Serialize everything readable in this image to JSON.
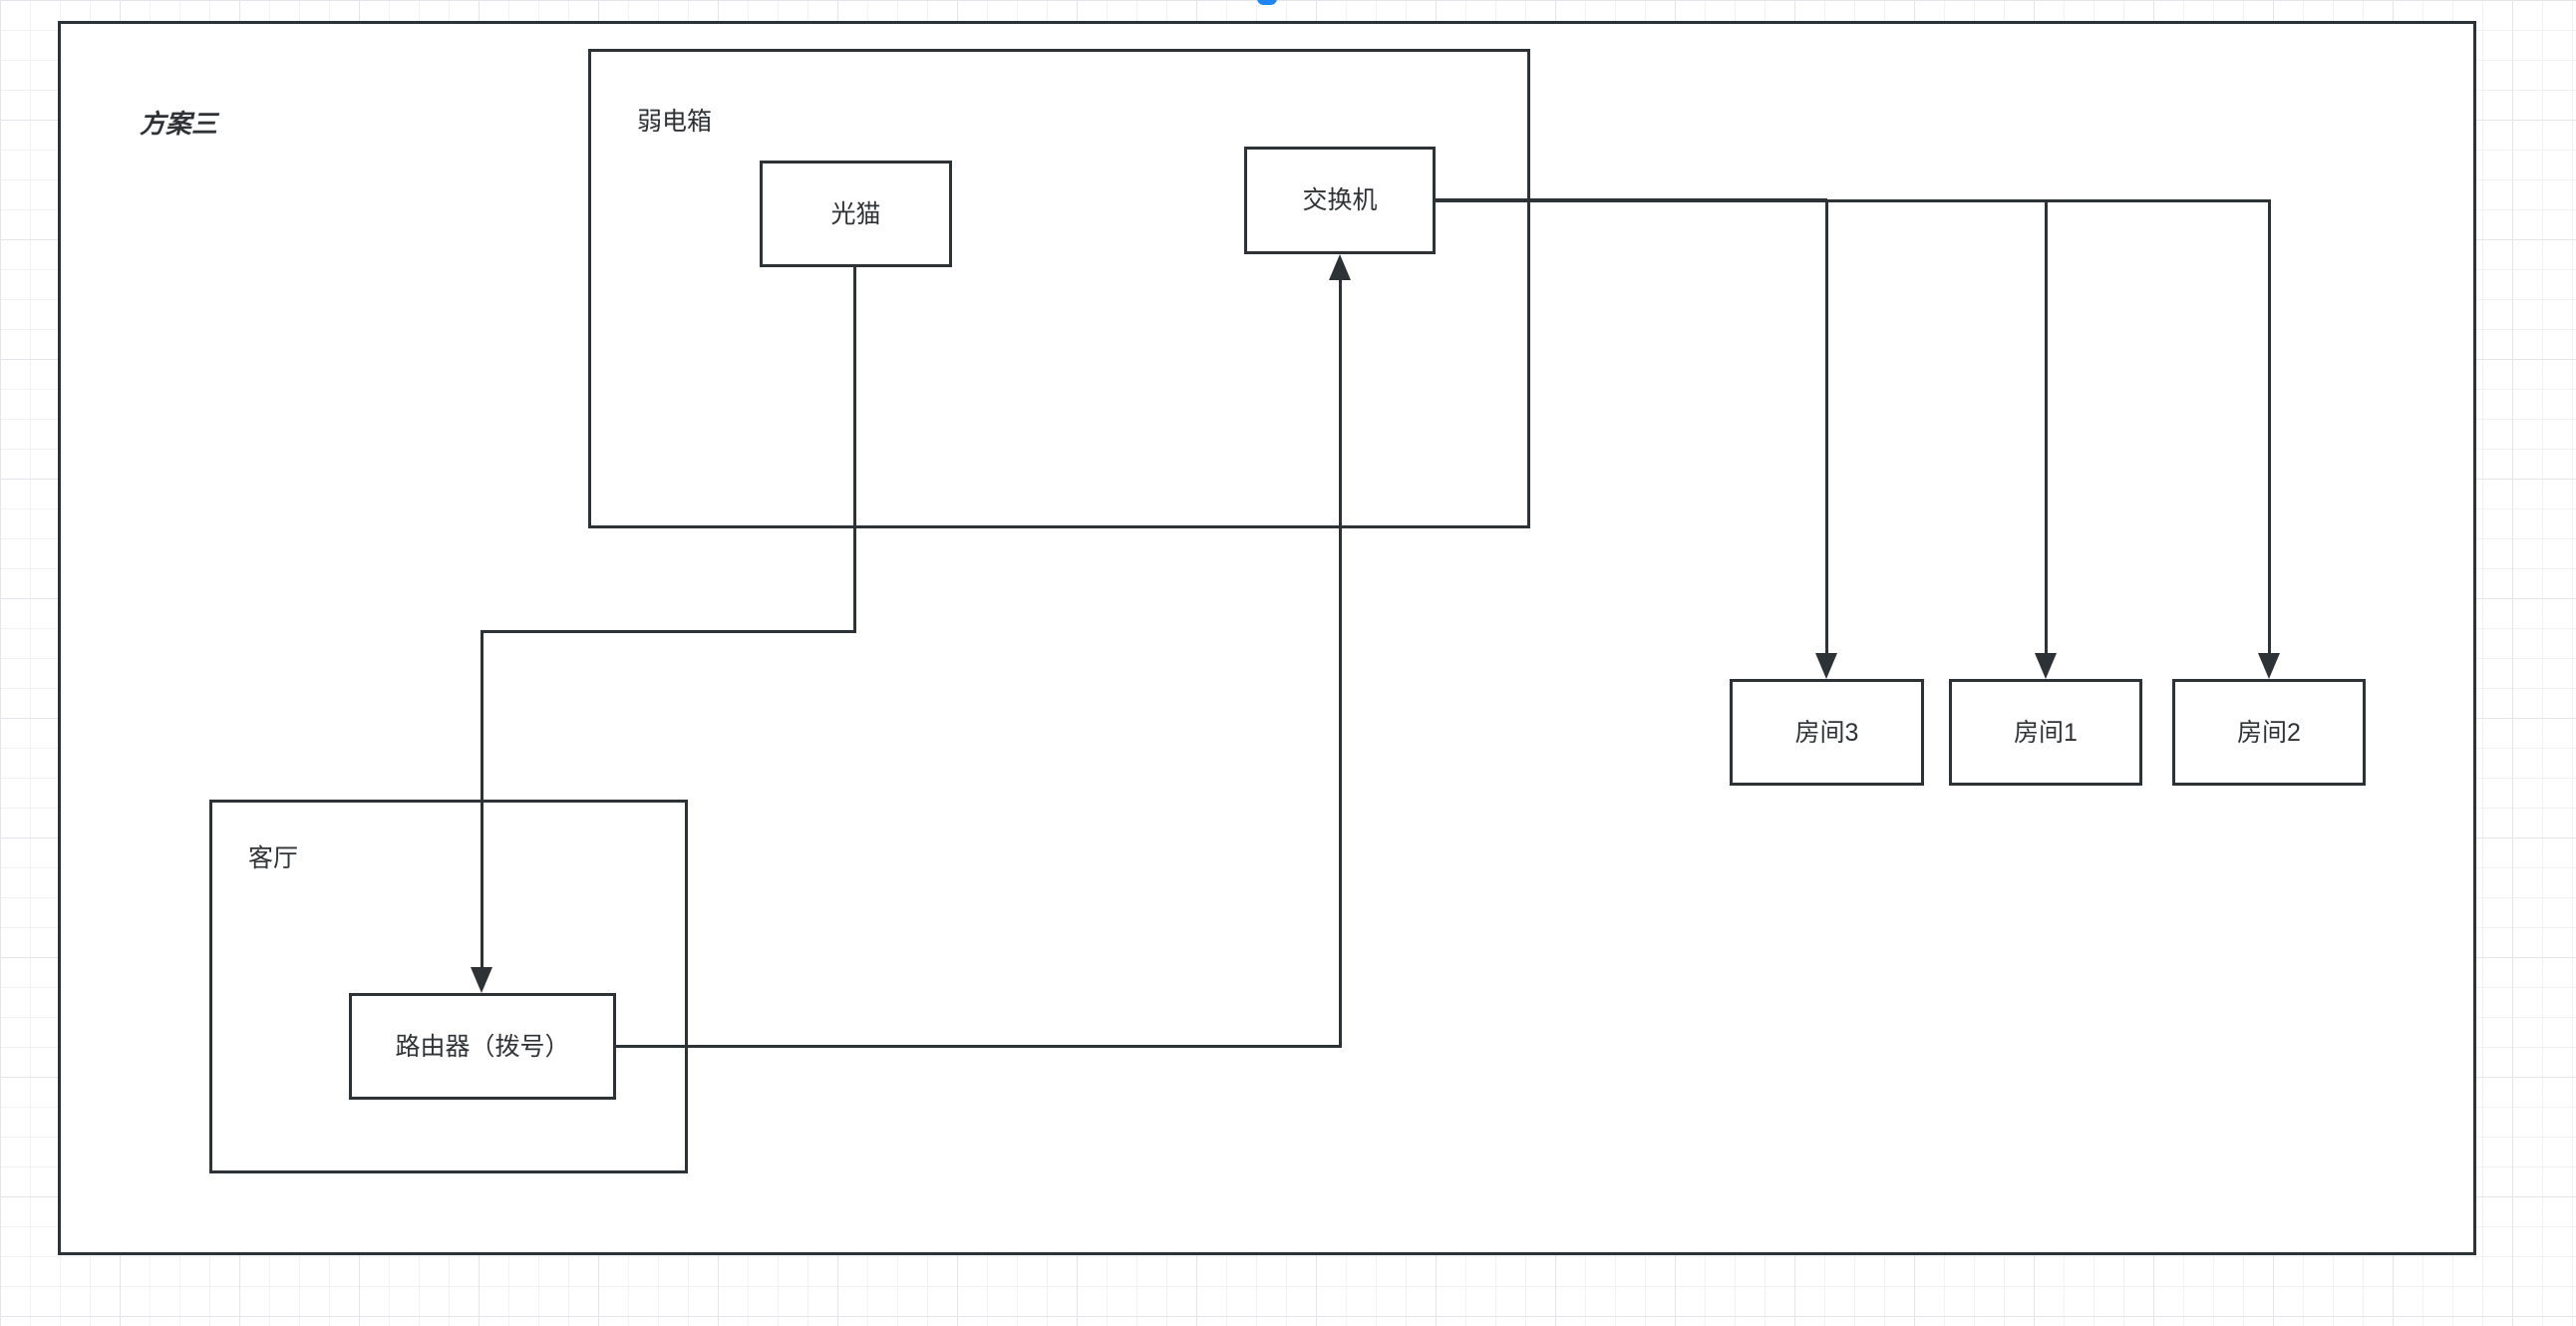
{
  "labels": {
    "plan": "方案三",
    "weak_box": "弱电箱",
    "living_room": "客厅",
    "modem": "光猫",
    "switch": "交换机",
    "router": "路由器（拨号）",
    "room3": "房间3",
    "room1": "房间1",
    "room2": "房间2"
  },
  "edges": [
    {
      "from": "光猫",
      "to": "路由器（拨号）",
      "arrow": "into-router-top"
    },
    {
      "from": "路由器（拨号）",
      "to": "交换机",
      "arrow": "into-switch-bottom"
    },
    {
      "from": "交换机",
      "to": "房间3",
      "arrow": "into-room3-top"
    },
    {
      "from": "交换机",
      "to": "房间1",
      "arrow": "into-room1-top"
    },
    {
      "from": "交换机",
      "to": "房间2",
      "arrow": "into-room2-top"
    }
  ],
  "colors": {
    "stroke": "#2d3237",
    "text": "#303336",
    "shape_fill": "#ffffff",
    "grid_minor": "#f2f2f5",
    "grid_major": "#e4e4ea",
    "background": "#ffffff",
    "connection_handle_blue": "#1d86f0"
  }
}
